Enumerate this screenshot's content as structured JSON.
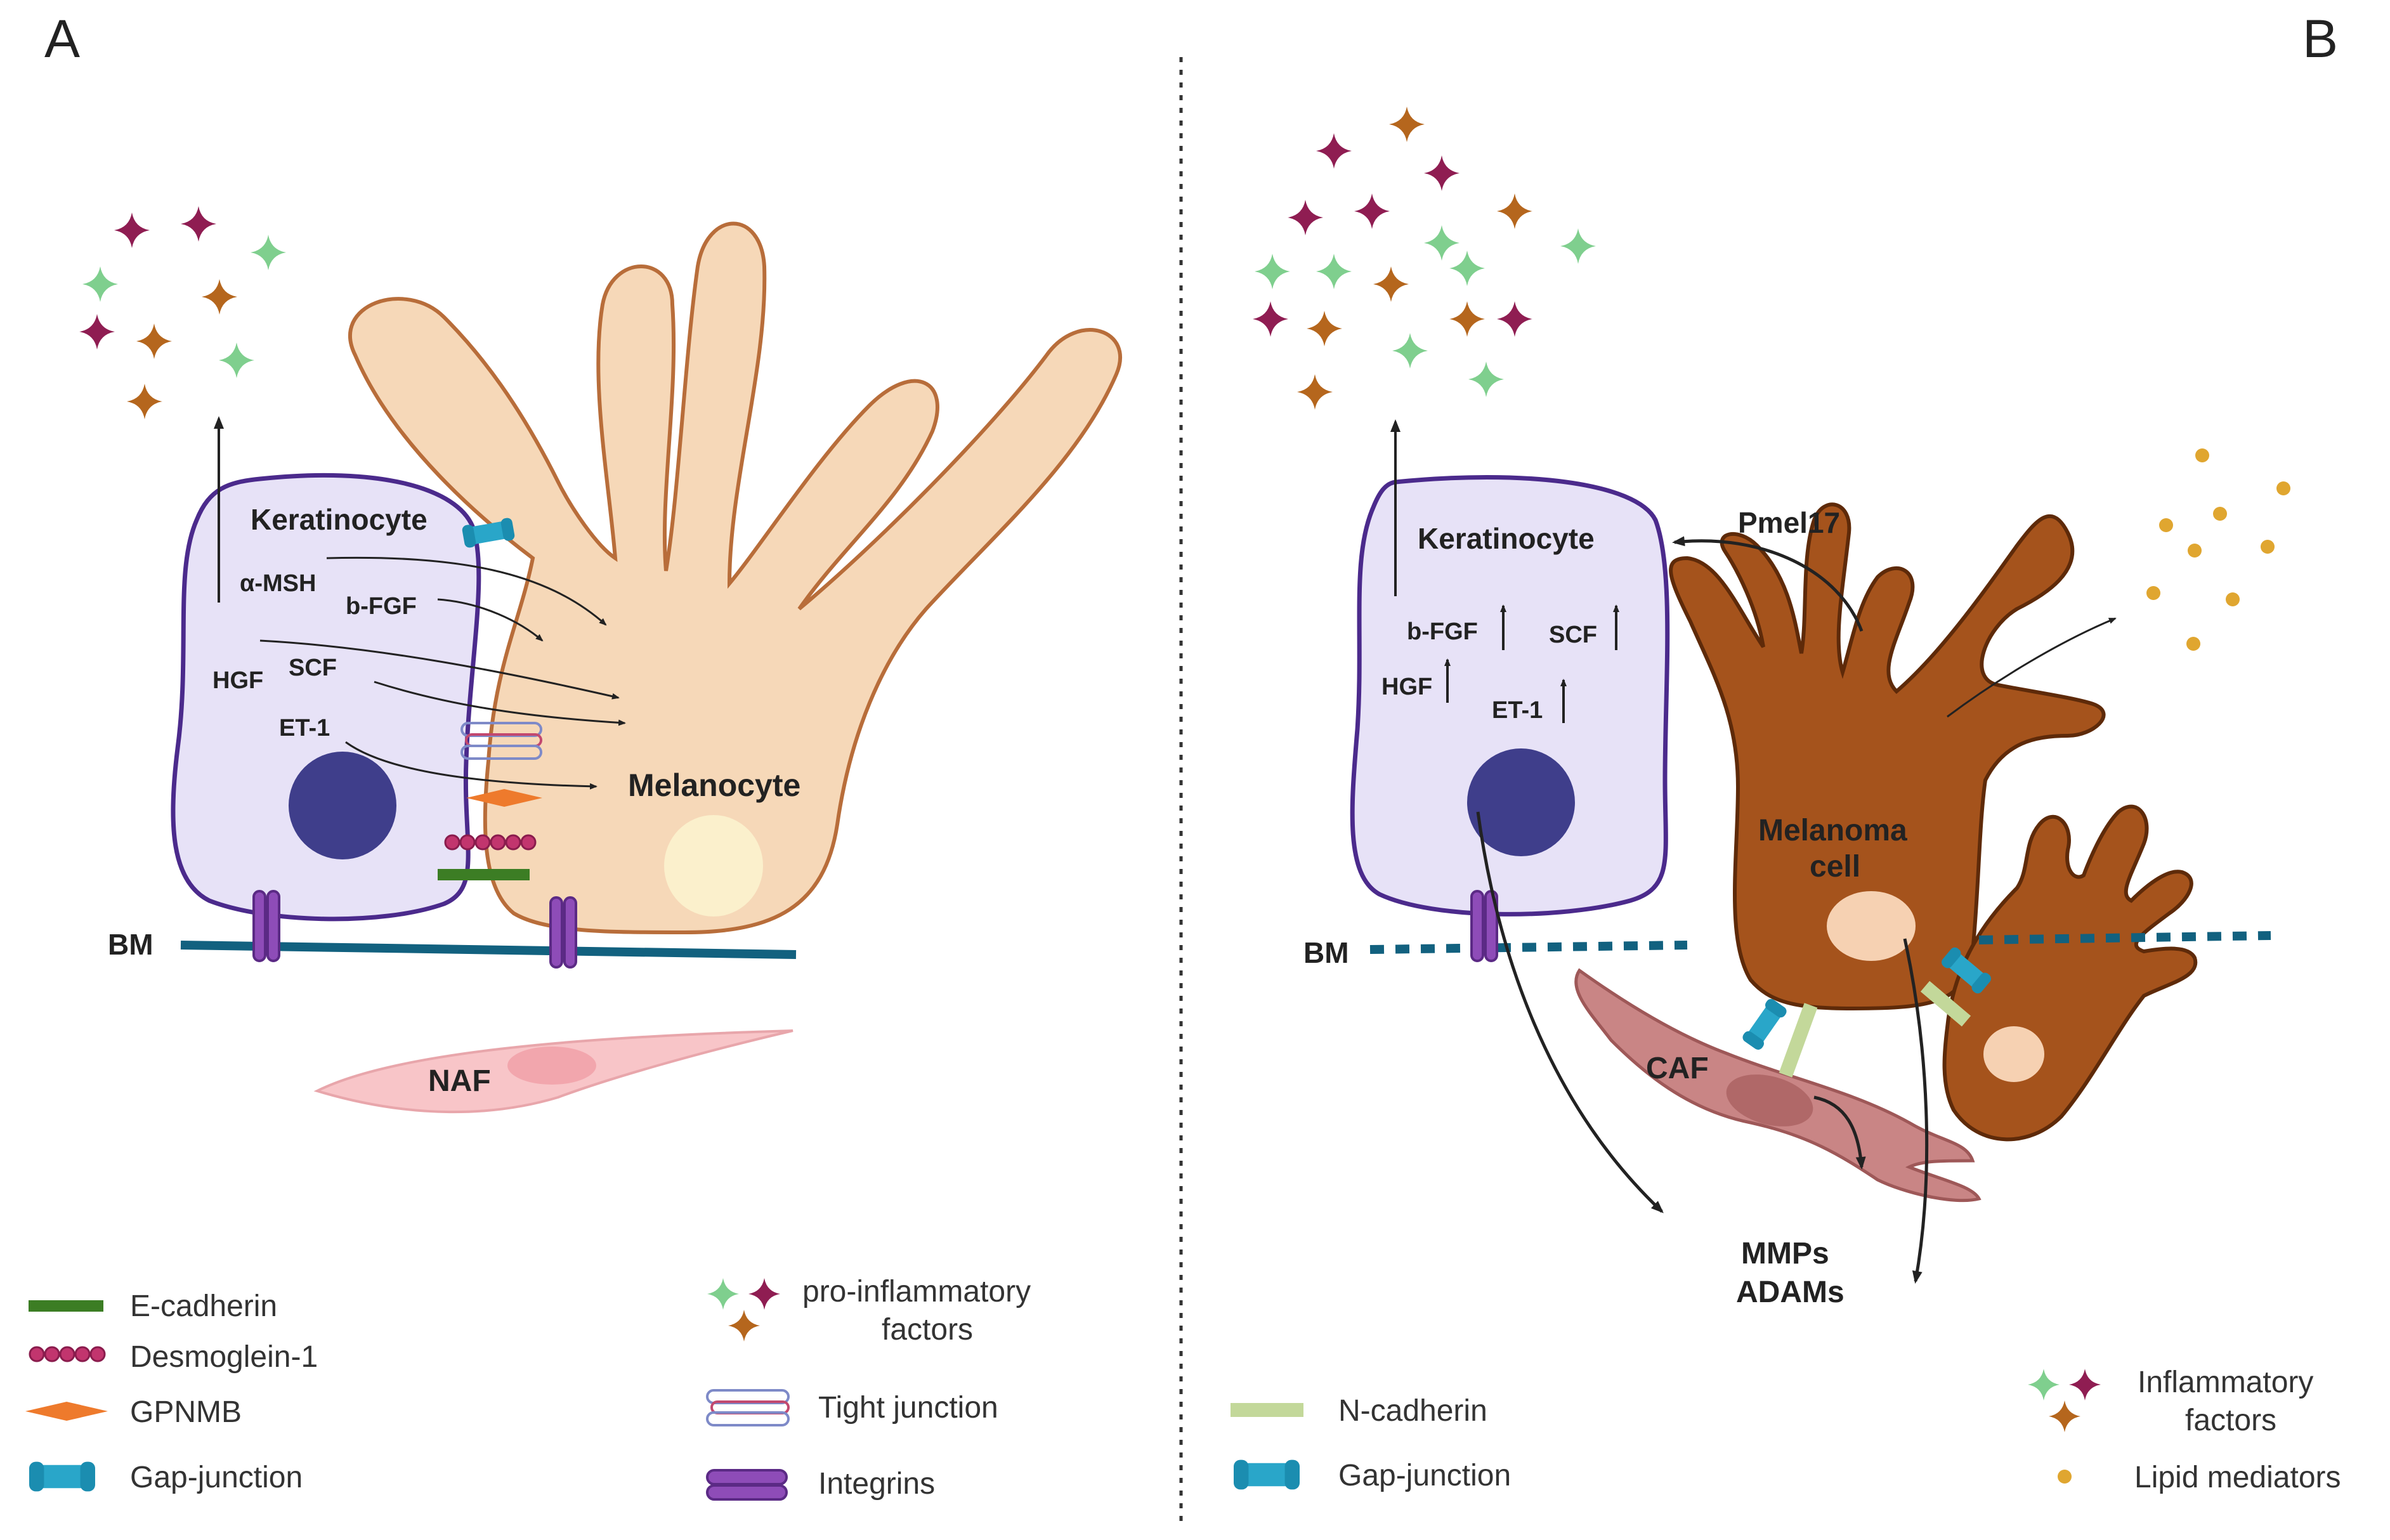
{
  "panels": {
    "a": "A",
    "b": "B"
  },
  "panel_a": {
    "keratinocyte": "Keratinocyte",
    "melanocyte": "Melanocyte",
    "bm": "BM",
    "naf": "NAF",
    "factors": {
      "msh": "α-MSH",
      "bfgf": "b-FGF",
      "hgf": "HGF",
      "scf": "SCF",
      "et1": "ET-1"
    }
  },
  "panel_b": {
    "keratinocyte": "Keratinocyte",
    "pmel": "Pmel17",
    "melanoma_1": "Melanoma",
    "melanoma_2": "cell",
    "bm": "BM",
    "caf": "CAF",
    "mmps": "MMPs",
    "adams": "ADAMs",
    "factors": {
      "bfgf": "b-FGF",
      "scf": "SCF",
      "hgf": "HGF",
      "et1": "ET-1"
    }
  },
  "legend_a": {
    "ecadherin": "E-cadherin",
    "desmoglein": "Desmoglein-1",
    "gpnmb": "GPNMB",
    "gapjunction": "Gap-junction",
    "proinflam_1": "pro-inflammatory",
    "proinflam_2": "factors",
    "tight": "Tight junction",
    "integrins": "Integrins"
  },
  "legend_b": {
    "ncadherin": "N-cadherin",
    "gapjunction": "Gap-junction",
    "inflam_1": "Inflammatory",
    "inflam_2": "factors",
    "lipid": "Lipid mediators"
  },
  "colors": {
    "keratinocyte_fill": "#e7e2f7",
    "keratinocyte_stroke": "#4b2a8c",
    "nucleus": "#3f3e8b",
    "melanocyte_fill": "#f6d8b8",
    "melanocyte_stroke": "#b86d3a",
    "melanoma_fill": "#a5531c",
    "melanoma_stroke": "#5e2a09",
    "bm_line": "#12617f",
    "gap_junction": "#29a6c9",
    "integrin": "#8e4cb8",
    "ecadherin": "#3c7d24",
    "desmoglein": "#a8235a",
    "gpnmb": "#ee7a2c",
    "ncadherin": "#c3d89a",
    "naf": "#f8c5c8",
    "caf": "#c98585",
    "star_green": "#7fcf8e",
    "star_magenta": "#8f1d52",
    "star_orange": "#b5661d",
    "lipid": "#e0a630"
  }
}
